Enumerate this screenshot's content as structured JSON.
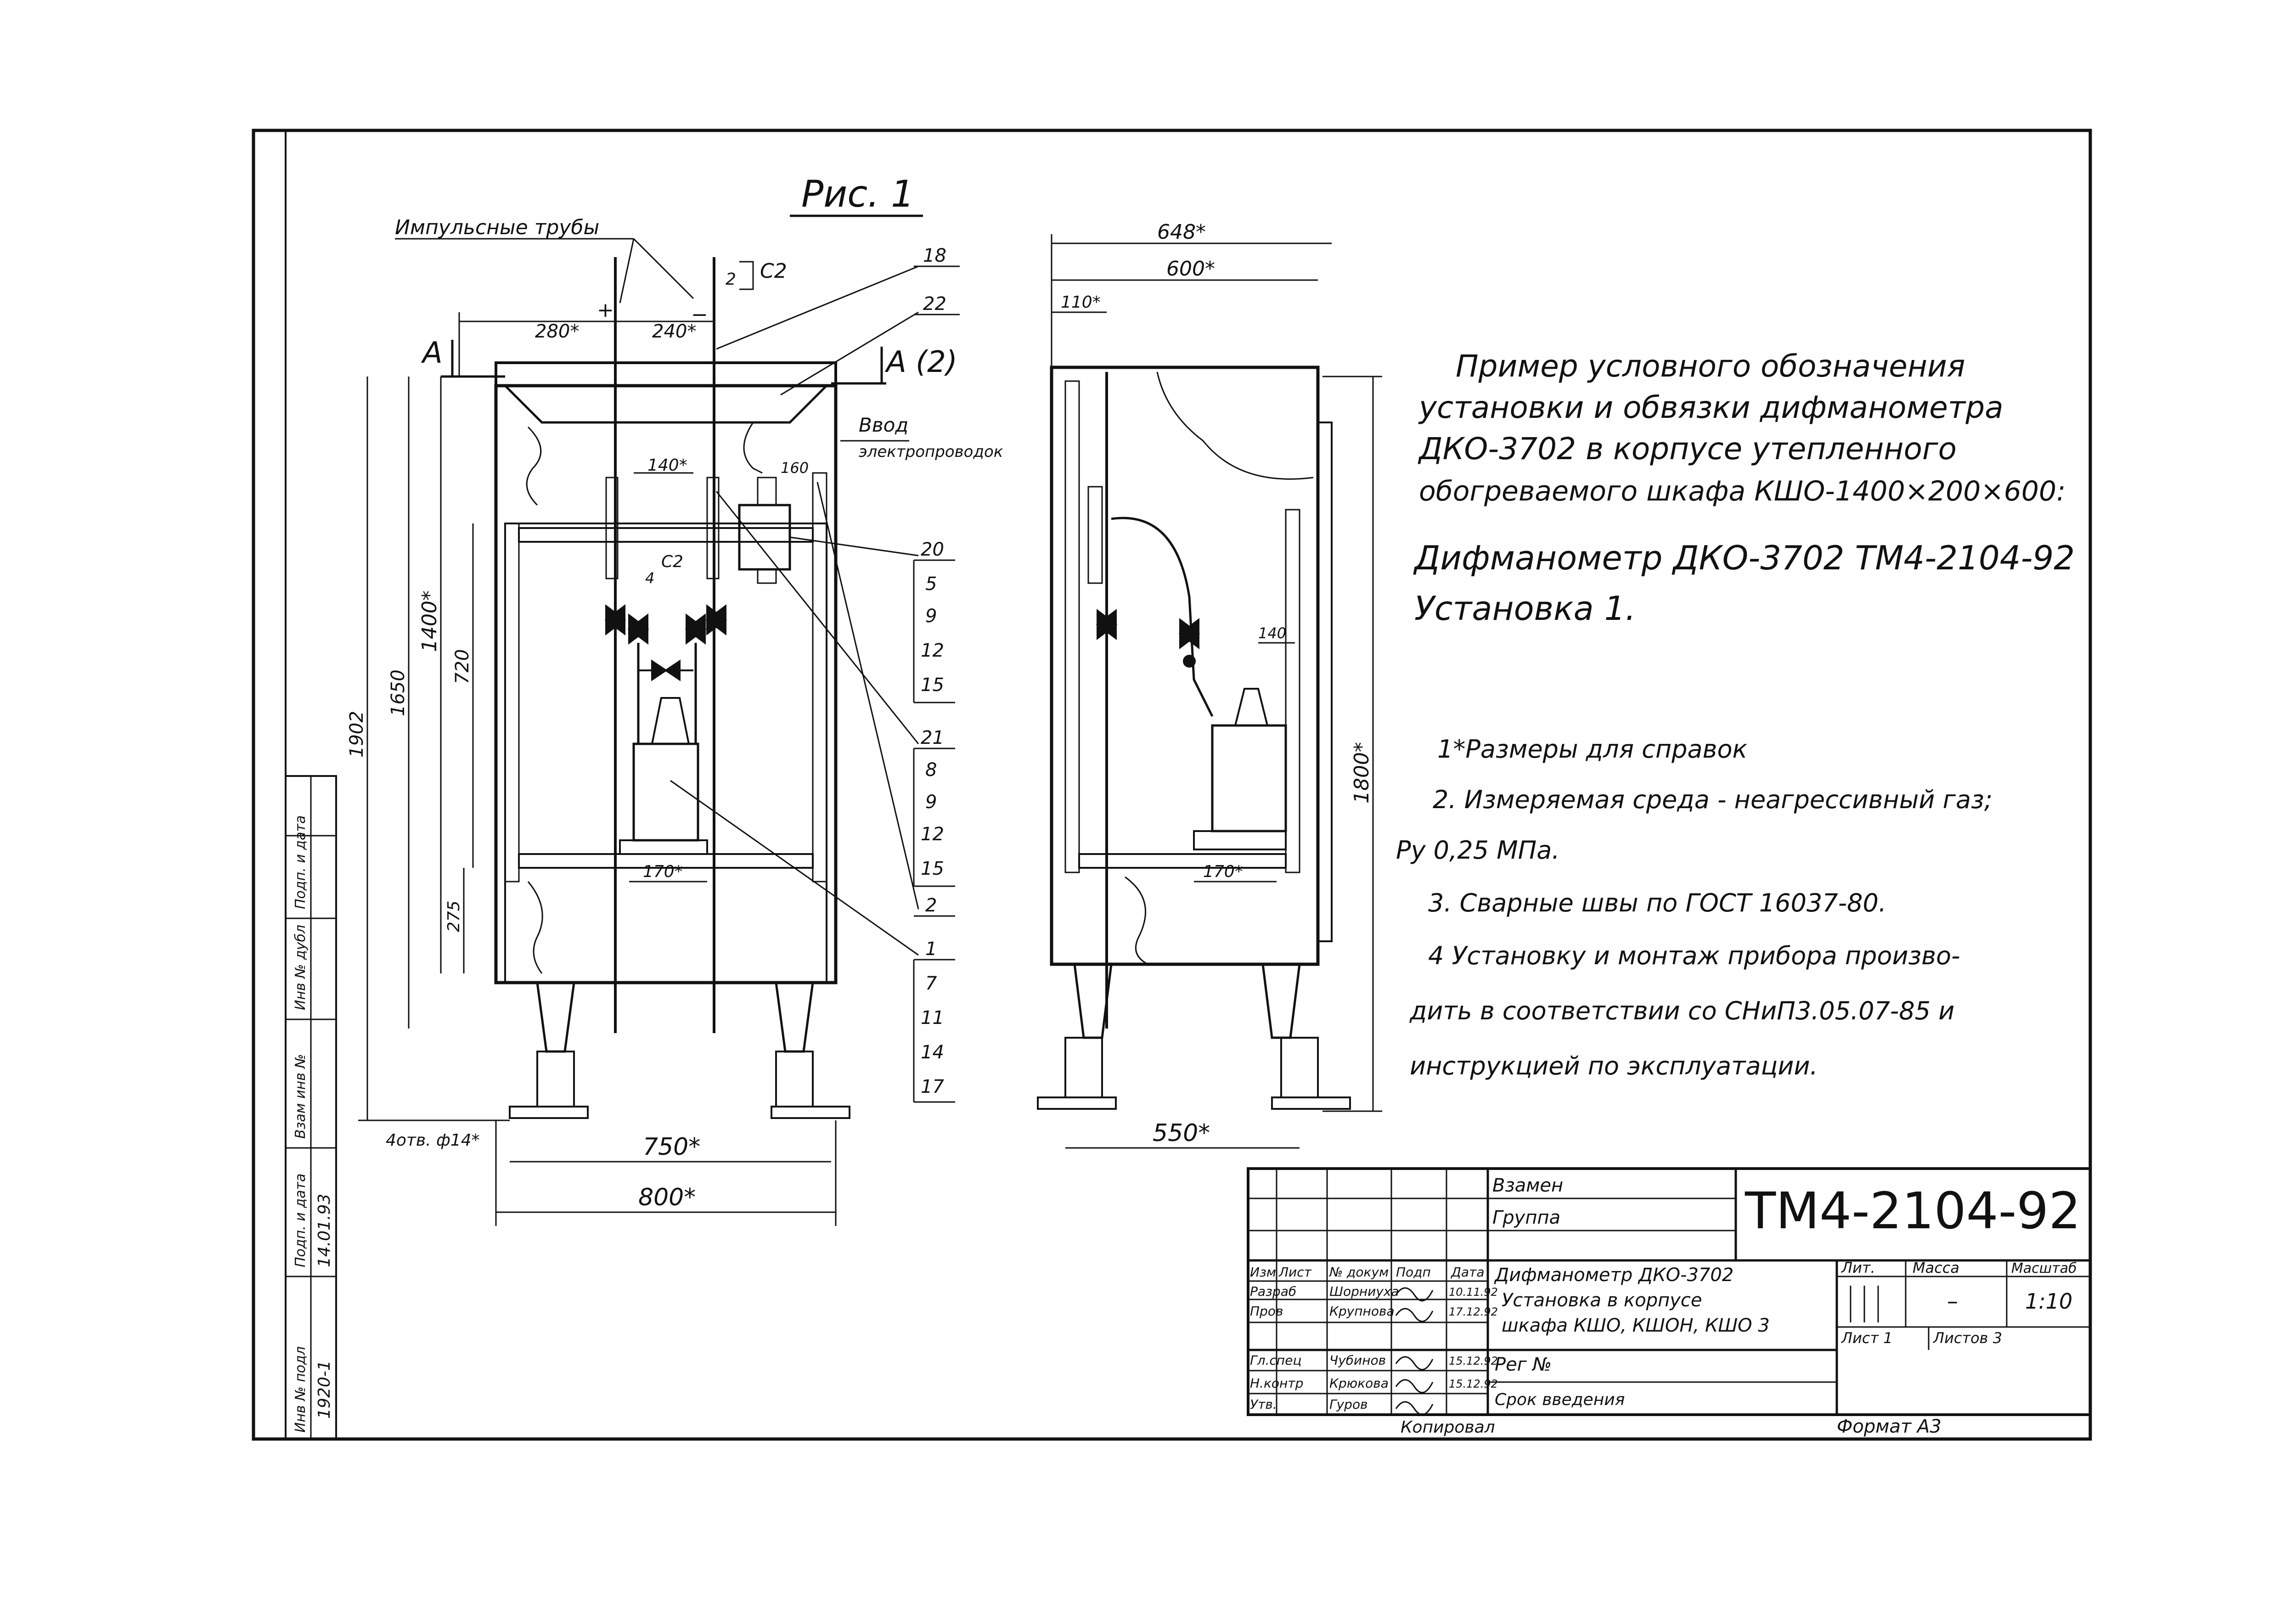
{
  "figure_label": "Рис. 1",
  "left_view": {
    "impulse_label": "Импульсные трубы",
    "plus": "+",
    "minus": "−",
    "c2": "С2",
    "c2_small": "С2",
    "num_2": "2",
    "num_4": "4",
    "section_a": "А",
    "section_a2": "А (2)",
    "cable_input_1": "Ввод",
    "cable_input_2": "электропроводок",
    "dims": {
      "d280": "280*",
      "d240": "240*",
      "d140": "140*",
      "d160": "160",
      "d170": "170*",
      "d1902": "1902",
      "d1650": "1650",
      "d1400": "1400*",
      "d720": "720",
      "d275": "275",
      "d750": "750*",
      "d800": "800*",
      "holes": "4отв. ф14*"
    },
    "callouts_right": [
      "18",
      "22"
    ],
    "callouts_group1": [
      "20",
      "5",
      "9",
      "12",
      "15"
    ],
    "callouts_group2": [
      "21",
      "8",
      "9",
      "12",
      "15"
    ],
    "callout_2": "2",
    "callouts_group3": [
      "1",
      "7",
      "11",
      "14",
      "17"
    ]
  },
  "right_view": {
    "d648": "648*",
    "d600": "600*",
    "d110": "110*",
    "d140": "140",
    "d170": "170*",
    "d1800": "1800*",
    "d550": "550*"
  },
  "description": {
    "lines": [
      "Пример условного обозначения",
      "установки и обвязки дифманометра",
      "ДКО-3702 в корпусе утепленного",
      "обогреваемого шкафа КШО-1400×200×600:"
    ],
    "designation": "Дифманометр ДКО-3702 ТМ4-2104-92",
    "installation": "Установка 1."
  },
  "notes": [
    "1*Размеры для справок",
    "2. Измеряемая среда - неагрессивный газ;",
    "Ру 0,25 МПа.",
    "3. Сварные швы по ГОСТ 16037-80.",
    "4 Установку и монтаж прибора произво-",
    "дить в соответствии со СНиП3.05.07-85 и",
    "инструкцией по эксплуатации."
  ],
  "title_block": {
    "code": "ТМ4-2104-92",
    "vzamen": "Взамен",
    "gruppa": "Группа",
    "name_lines": [
      "Дифманометр ДКО-3702",
      "Установка в корпусе",
      "шкафа КШО, КШОН, КШО 3"
    ],
    "headers": [
      "Изм",
      "Лист",
      "№ докум",
      "Подп",
      "Дата"
    ],
    "lit": "Лит.",
    "massa": "Масса",
    "masshtab": "Масштаб",
    "massa_val": "–",
    "scale_val": "1:10",
    "list": "Лист 1",
    "listov": "Листов 3",
    "rows": [
      {
        "role": "Разраб",
        "name": "Шорниуха",
        "date": "10.11.92"
      },
      {
        "role": "Пров",
        "name": "Крупнова",
        "date": "17.12.92"
      },
      {
        "role": "Гл.спец",
        "name": "Чубинов",
        "date": "15.12.92"
      },
      {
        "role": "Н.контр",
        "name": "Крюкова",
        "date": "15.12.92"
      },
      {
        "role": "Утв.",
        "name": "Гуров",
        "date": ""
      }
    ],
    "rea": "Рег №",
    "srok": "Срок введения",
    "kopiroval": "Копировал",
    "format": "Формат А3"
  },
  "side_stamp": {
    "labels": [
      "Инв № подл",
      "Подп. и дата",
      "Взам инв №",
      "Инв № дубл",
      "Подп. и дата"
    ],
    "values": [
      "1920-1",
      "14.01.93"
    ]
  }
}
